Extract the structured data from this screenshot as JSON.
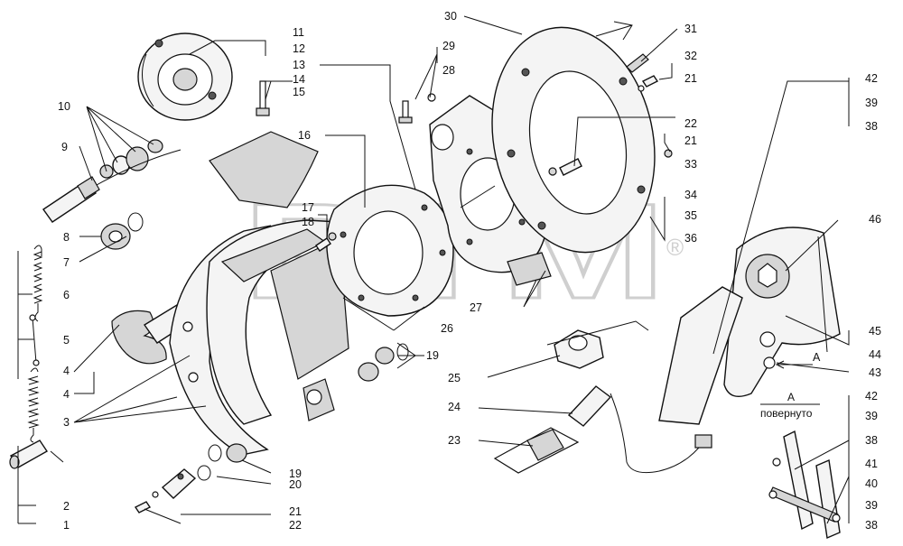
{
  "watermark": {
    "text": "ВТМ",
    "registered_mark": "®"
  },
  "view_note": {
    "letter": "А",
    "caption": "повернуто"
  },
  "callouts": [
    {
      "id": "c11",
      "text": "11"
    },
    {
      "id": "c12",
      "text": "12"
    },
    {
      "id": "c13",
      "text": "13"
    },
    {
      "id": "c14",
      "text": "14"
    },
    {
      "id": "c15",
      "text": "15"
    },
    {
      "id": "c10",
      "text": "10"
    },
    {
      "id": "c9",
      "text": "9"
    },
    {
      "id": "c8",
      "text": "8"
    },
    {
      "id": "c7",
      "text": "7"
    },
    {
      "id": "c6",
      "text": "6"
    },
    {
      "id": "c5",
      "text": "5"
    },
    {
      "id": "c4a",
      "text": "4"
    },
    {
      "id": "c4b",
      "text": "4"
    },
    {
      "id": "c3",
      "text": "3"
    },
    {
      "id": "c2",
      "text": "2"
    },
    {
      "id": "c1",
      "text": "1"
    },
    {
      "id": "c16",
      "text": "16"
    },
    {
      "id": "c17",
      "text": "17"
    },
    {
      "id": "c18",
      "text": "18"
    },
    {
      "id": "c26",
      "text": "26"
    },
    {
      "id": "c19a",
      "text": "19"
    },
    {
      "id": "c19b",
      "text": "19"
    },
    {
      "id": "c20",
      "text": "20"
    },
    {
      "id": "c21a",
      "text": "21"
    },
    {
      "id": "c22a",
      "text": "22"
    },
    {
      "id": "c29",
      "text": "29"
    },
    {
      "id": "c28",
      "text": "28"
    },
    {
      "id": "c30",
      "text": "30"
    },
    {
      "id": "c31",
      "text": "31"
    },
    {
      "id": "c32",
      "text": "32"
    },
    {
      "id": "c21b",
      "text": "21"
    },
    {
      "id": "c22b",
      "text": "22"
    },
    {
      "id": "c21c",
      "text": "21"
    },
    {
      "id": "c33",
      "text": "33"
    },
    {
      "id": "c34",
      "text": "34"
    },
    {
      "id": "c35",
      "text": "35"
    },
    {
      "id": "c36",
      "text": "36"
    },
    {
      "id": "c27",
      "text": "27"
    },
    {
      "id": "c25",
      "text": "25"
    },
    {
      "id": "c24",
      "text": "24"
    },
    {
      "id": "c23",
      "text": "23"
    },
    {
      "id": "c42a",
      "text": "42"
    },
    {
      "id": "c39a",
      "text": "39"
    },
    {
      "id": "c38a",
      "text": "38"
    },
    {
      "id": "c46",
      "text": "46"
    },
    {
      "id": "c45",
      "text": "45"
    },
    {
      "id": "c44",
      "text": "44"
    },
    {
      "id": "c43",
      "text": "43"
    },
    {
      "id": "cA",
      "text": "А"
    },
    {
      "id": "c42b",
      "text": "42"
    },
    {
      "id": "c39b",
      "text": "39"
    },
    {
      "id": "c38b",
      "text": "38"
    },
    {
      "id": "c41",
      "text": "41"
    },
    {
      "id": "c40",
      "text": "40"
    },
    {
      "id": "c39c",
      "text": "39"
    },
    {
      "id": "c38c",
      "text": "38"
    }
  ]
}
